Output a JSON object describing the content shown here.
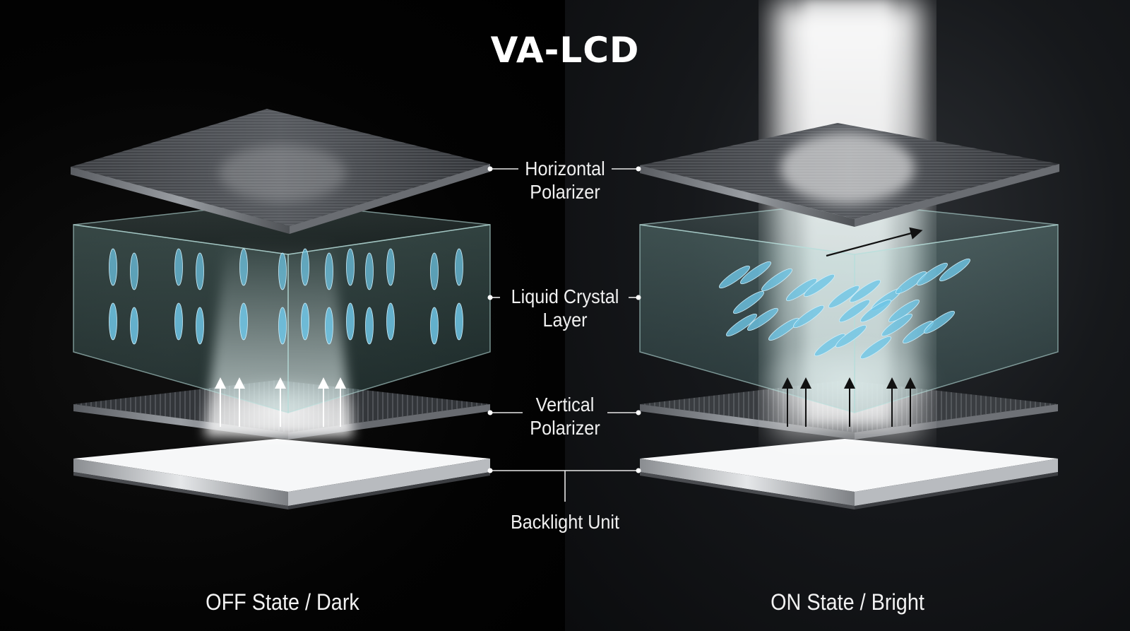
{
  "title": "VA-LCD",
  "labels": {
    "horizontal_polarizer": [
      "Horizontal",
      "Polarizer"
    ],
    "liquid_crystal_layer": [
      "Liquid Crystal",
      "Layer"
    ],
    "vertical_polarizer": [
      "Vertical",
      "Polarizer"
    ],
    "backlight_unit": "Backlight Unit"
  },
  "states": {
    "off": "OFF State / Dark",
    "on": "ON State / Bright"
  },
  "colors": {
    "crystal": "#6ec6e6",
    "glass_tint": "#8fc9c4",
    "light": "#ffffff"
  }
}
